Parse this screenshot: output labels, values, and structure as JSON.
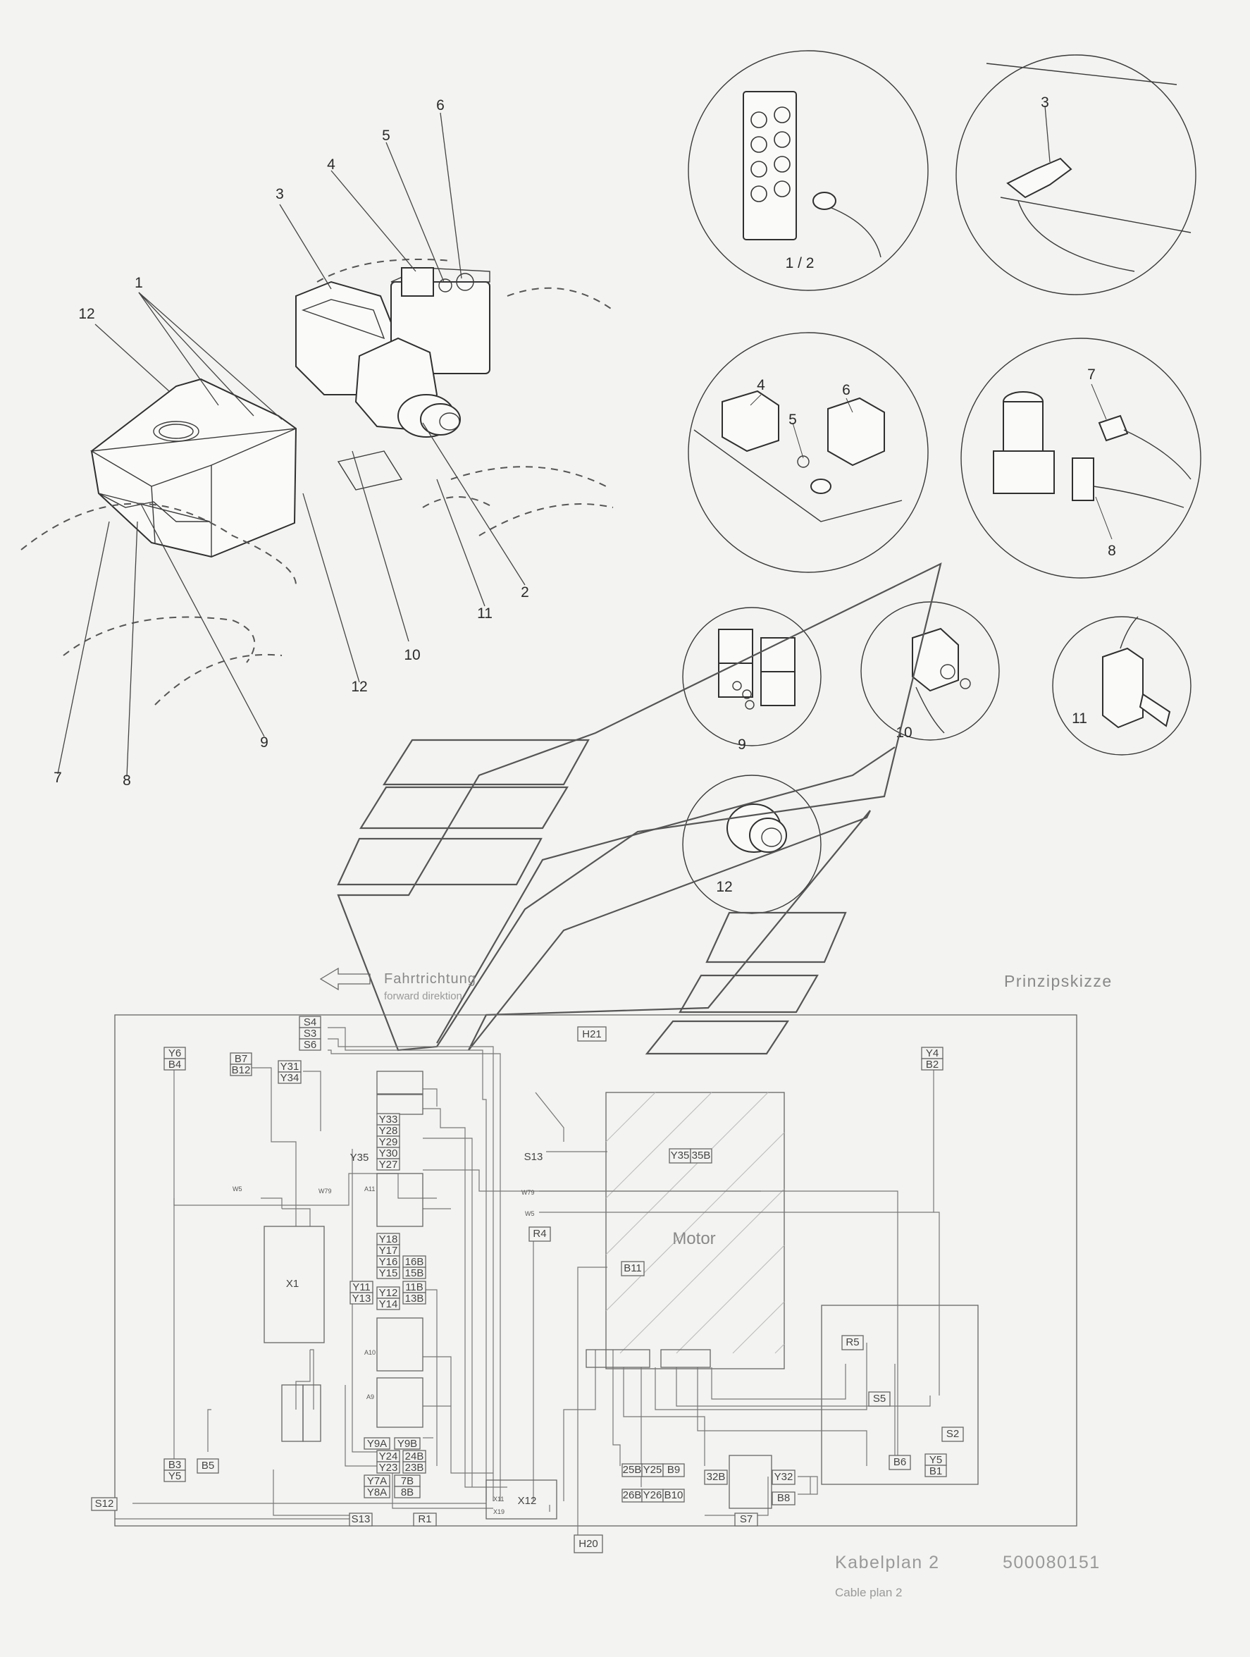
{
  "exploded_view": {
    "callouts": [
      "12",
      "1",
      "3",
      "4",
      "5",
      "6",
      "2",
      "11",
      "10",
      "12",
      "9",
      "7",
      "8"
    ]
  },
  "detail_circles": [
    {
      "id": "c1",
      "label": "1 / 2"
    },
    {
      "id": "c3",
      "label": "3"
    },
    {
      "id": "c4",
      "labels": [
        "4",
        "5",
        "6"
      ]
    },
    {
      "id": "c7",
      "labels": [
        "7",
        "8"
      ]
    },
    {
      "id": "c9",
      "label": "9"
    },
    {
      "id": "c10",
      "label": "10"
    },
    {
      "id": "c11",
      "label": "11"
    },
    {
      "id": "c12",
      "label": "12"
    }
  ],
  "direction": {
    "de": "Fahrtrichtung",
    "en": "forward direktion"
  },
  "principle_sketch_label": "Prinzipskizze",
  "wiring": {
    "motor_label": "Motor",
    "boxes": {
      "s4": "S4",
      "s3": "S3",
      "s6": "S6",
      "h21": "H21",
      "y6": "Y6",
      "b4": "B4",
      "b7": "B7",
      "b12": "B12",
      "y31": "Y31",
      "y34": "Y34",
      "y35": "Y35",
      "y4": "Y4",
      "b2": "B2",
      "y33": "Y33",
      "y28": "Y28",
      "y29": "Y29",
      "y30": "Y30",
      "y27": "Y27",
      "s13_top": "S13",
      "y35b": "Y35",
      "b35": "35B",
      "w79": "W79",
      "w5": "W5",
      "r4": "R4",
      "b11": "B11",
      "w5_left": "W5",
      "w79_left": "W79",
      "x1": "X1",
      "y18": "Y18",
      "y17": "Y17",
      "y16": "Y16",
      "y15": "Y15",
      "b16": "16B",
      "b15": "15B",
      "y11": "Y11",
      "y13": "Y13",
      "y12": "Y12",
      "y14": "Y14",
      "b11b": "11B",
      "b13": "13B",
      "r5": "R5",
      "s5": "S5",
      "s2": "S2",
      "b6": "B6",
      "y5r": "Y5",
      "b1": "B1",
      "b3": "B3",
      "y5": "Y5",
      "b5": "B5",
      "y9a": "Y9A",
      "y9b": "Y9B",
      "y24": "Y24",
      "b24": "24B",
      "y23": "Y23",
      "b23": "23B",
      "y7a": "Y7A",
      "b7b": "7B",
      "y8a": "Y8A",
      "b8": "8B",
      "b25": "25B",
      "y25": "Y25",
      "b9": "B9",
      "b26": "26B",
      "y26": "Y26",
      "b10": "B10",
      "b32": "32B",
      "y32": "Y32",
      "b8r": "B8",
      "s12": "S12",
      "s13": "S13",
      "r1": "R1",
      "s7": "S7",
      "h20": "H20",
      "x12": "X12",
      "x11": "X11",
      "x19": "X19"
    },
    "group_labels": {
      "a11": "A11",
      "a10": "A10",
      "a9": "A9"
    }
  },
  "title_block": {
    "title_de": "Kabelplan 2",
    "title_en": "Cable plan 2",
    "drawing_number": "500080151"
  }
}
